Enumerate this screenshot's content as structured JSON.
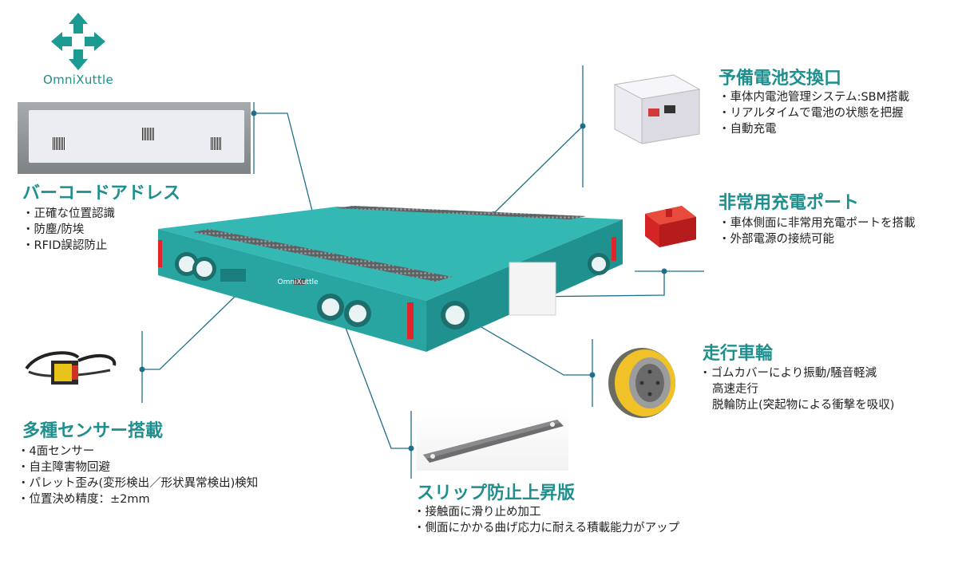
{
  "logo": {
    "text": "OmniXuttle"
  },
  "robot": {
    "brand_text": "OmniXuttle"
  },
  "sections": {
    "barcode": {
      "title": "バーコードアドレス",
      "bullets": [
        "正確な位置認識",
        "防塵/防埃",
        "RFID誤認防止"
      ]
    },
    "sensor": {
      "title": "多種センサー搭載",
      "bullets": [
        "4面センサー",
        "自主障害物回避",
        "パレット歪み(変形検出／形状異常検出)検知",
        "位置決め精度：±2mm"
      ]
    },
    "battery": {
      "title": "予備電池交換口",
      "bullets": [
        "車体内電池管理システム:SBM搭載",
        "リアルタイムで電池の状態を把握",
        "自動充電"
      ]
    },
    "charge": {
      "title": "非常用充電ポート",
      "bullets": [
        "車体側面に非常用充電ポートを搭載",
        "外部電源の接続可能"
      ]
    },
    "wheel": {
      "title": "走行車輪",
      "bullets": [
        "ゴムカバーにより振動/騒音軽減"
      ],
      "continued": [
        "高速走行",
        "脱輪防止(突起物による衝撃を吸収)"
      ]
    },
    "slip": {
      "title": "スリップ防止上昇版",
      "bullets": [
        "接触面に滑り止め加工",
        "側面にかかる曲げ応力に耐える積載能力がアップ"
      ]
    }
  },
  "colors": {
    "accent": "#1e8f8e",
    "body_teal": "#2fb3b0",
    "reflector": "#e0262b",
    "line": "#1f6f8b"
  }
}
